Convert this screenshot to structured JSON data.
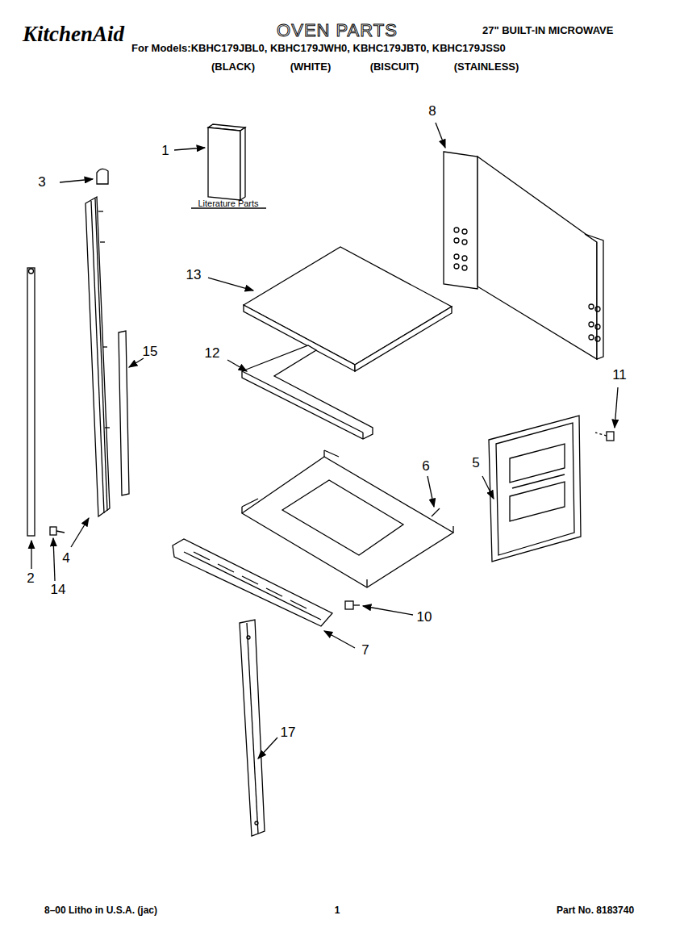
{
  "diagram": {
    "title": "OVEN PARTS",
    "labels": [
      "KitchenAid",
      "27\" BUILT-IN MICROWAVE",
      "For Models:KBHC179JBL0, KBHC179JWH0, KBHC179JBT0, KBHC179JSS0",
      "(BLACK)",
      "(WHITE)",
      "(BISCUIT)",
      "(STAINLESS)",
      "1",
      "Literature Parts",
      "3",
      "8",
      "13",
      "15",
      "12",
      "11",
      "6",
      "5",
      "2",
      "14",
      "4",
      "10",
      "7",
      "17",
      "8–00 Litho in U.S.A. (jac)",
      "1",
      "Part No. 8183740"
    ]
  }
}
